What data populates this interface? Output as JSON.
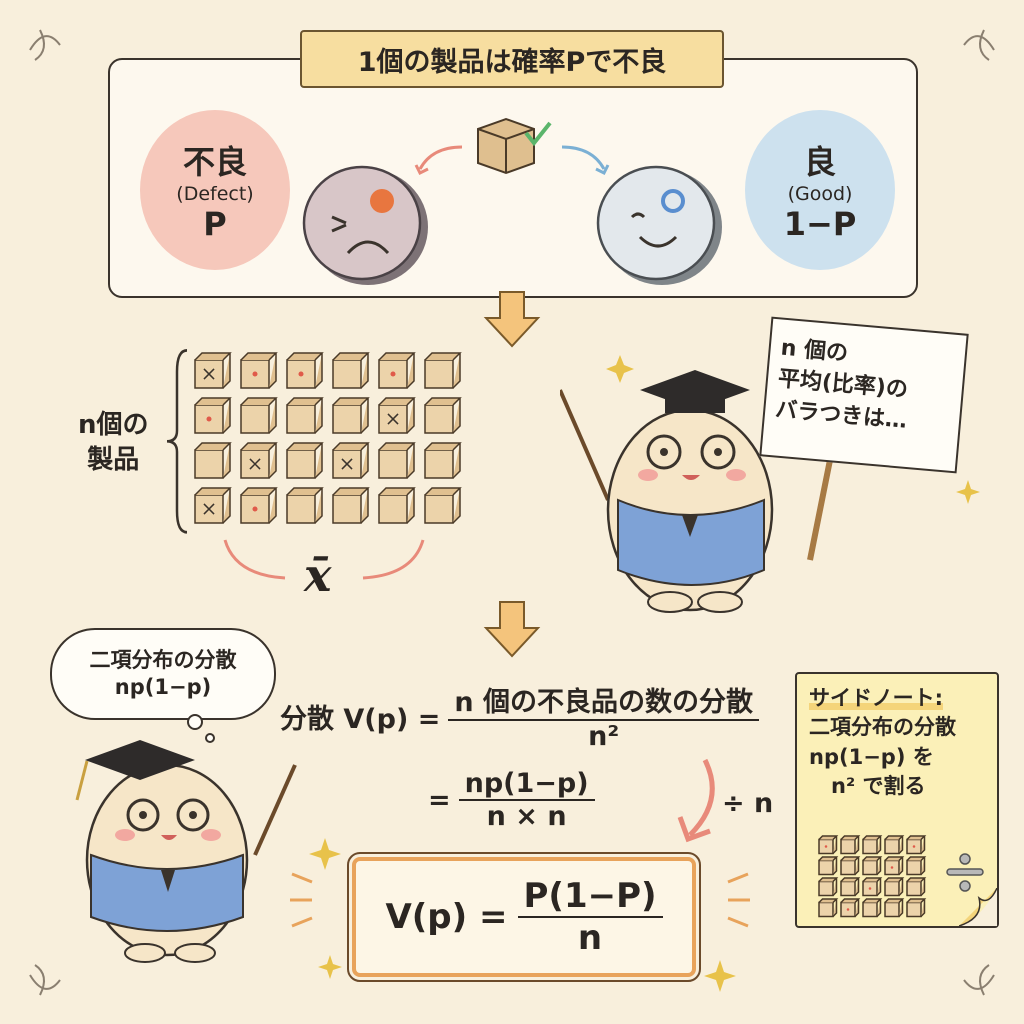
{
  "banner": {
    "title": "1個の製品は確率Pで不良"
  },
  "defect": {
    "kanji": "不良",
    "english": "(Defect)",
    "prob": "P",
    "color": "#f6c8bb"
  },
  "good": {
    "kanji": "良",
    "english": "(Good)",
    "prob": "1−P",
    "color": "#cde1ee"
  },
  "products": {
    "label_line1": "n個の",
    "label_line2": "製品",
    "mean_symbol": "x̄",
    "grid_marks": [
      [
        "x",
        "dot",
        "dot",
        "",
        "dot",
        ""
      ],
      [
        "dot",
        "",
        "",
        "",
        "x",
        ""
      ],
      [
        "",
        "x",
        "",
        "x",
        "",
        ""
      ],
      [
        "x",
        "dot",
        "",
        "",
        "",
        ""
      ]
    ]
  },
  "sign": {
    "line1": "n 個の",
    "line2": "平均(比率)の",
    "line3": "バラつきは…"
  },
  "thought": {
    "line1": "二項分布の分散",
    "line2": "np(1−p)"
  },
  "formula": {
    "lhs": "分散 V(p) =",
    "step1_num": "n 個の不良品の数の分散",
    "step1_den": "n²",
    "eq": "=",
    "step2_num": "np(1−p)",
    "step2_den": "n × n",
    "divide_note": "÷ n"
  },
  "result": {
    "lhs": "V(p) =",
    "num": "P(1−P)",
    "den": "n"
  },
  "side_note": {
    "title": "サイドノート:",
    "line1": "二項分布の分散",
    "line2": "np(1−p) を",
    "line3": "n² で割る"
  },
  "colors": {
    "accent": "#e8a35b",
    "background": "#f8efdc",
    "vest": "#7ea2d6"
  }
}
